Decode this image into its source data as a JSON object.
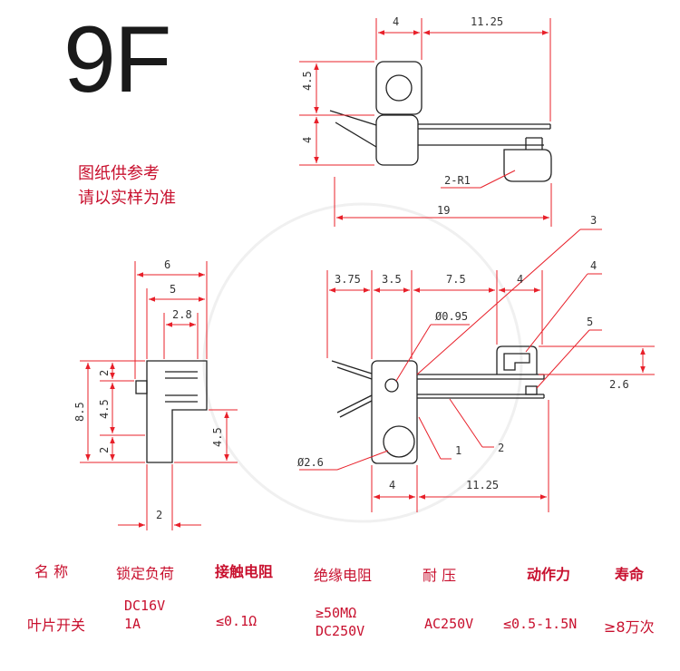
{
  "model": "9F",
  "notes": [
    "图纸供参考",
    "请以实样为准"
  ],
  "top_view": {
    "dims": {
      "w_left": "4",
      "w_right": "11.25",
      "h_top": "4.5",
      "h_bottom": "4",
      "radius": "2-R1",
      "total": "19"
    }
  },
  "side_view": {
    "dims": {
      "w_outer": "6",
      "w_mid": "5",
      "w_inner": "2.8",
      "h_total": "8.5",
      "h_a": "2",
      "h_b": "4.5",
      "h_c": "2",
      "h_right": "4.5",
      "w_base": "2"
    }
  },
  "front_view": {
    "dims": {
      "d1": "3.75",
      "d2": "3.5",
      "d3": "7.5",
      "d4": "4",
      "hole_small": "Ø0.95",
      "hole_big": "Ø2.6",
      "w_left": "4",
      "w_right": "11.25",
      "h_right": "2.6"
    },
    "callouts": [
      "1",
      "2",
      "3",
      "4",
      "5"
    ]
  },
  "spec_table": {
    "headers": [
      "名 称",
      "锁定负荷",
      "接触电阻",
      "绝缘电阻",
      "耐 压",
      "动作力",
      "寿命"
    ],
    "row": [
      "叶片开关",
      "DC16V\n1A",
      "≤0.1Ω",
      "≥50MΩ\nDC250V",
      "AC250V",
      "≤0.5-1.5N",
      "≥8万次"
    ]
  },
  "colors": {
    "dimension": "#e8202a",
    "outline": "#222222",
    "text_red": "#c8102e"
  }
}
